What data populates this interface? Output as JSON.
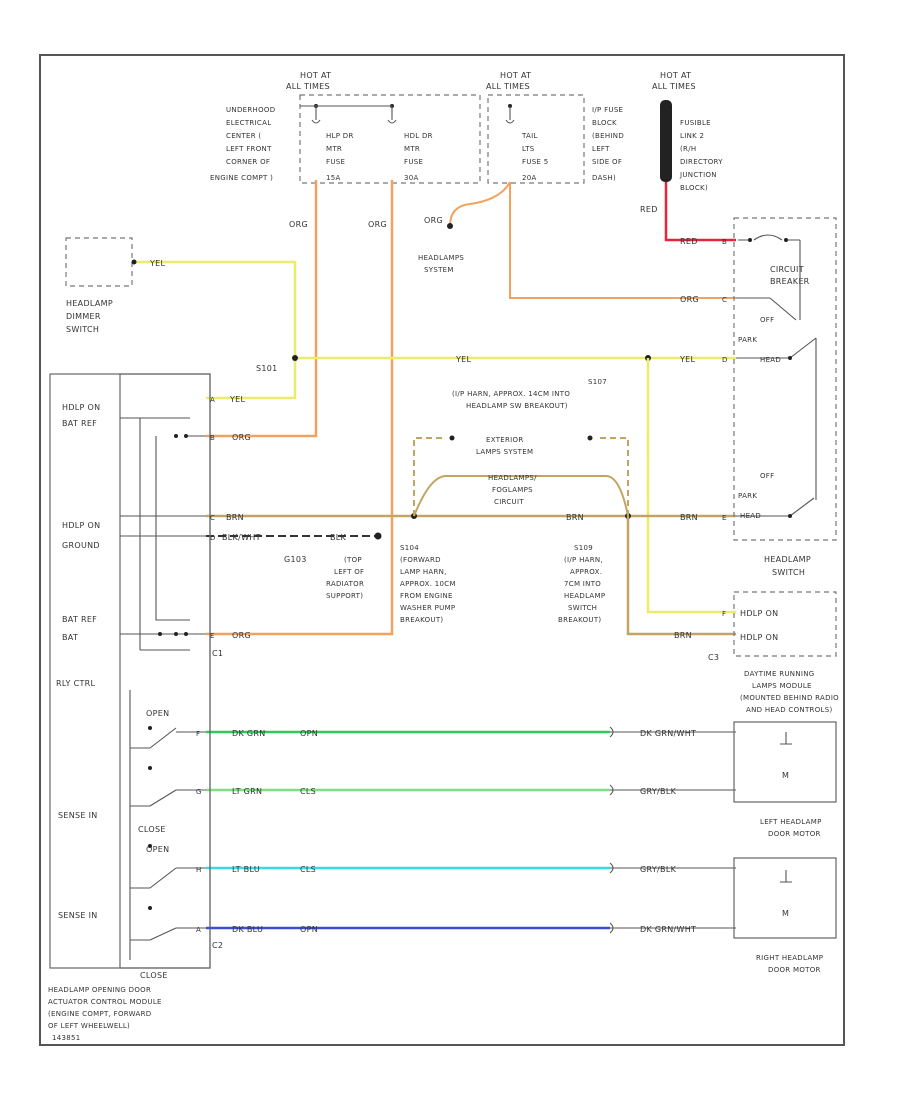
{
  "colors": {
    "yel": "#ecec6a",
    "org": "#f2a25e",
    "brn": "#c2a463",
    "blk": "#333333",
    "red": "#e8233a",
    "dk_grn": "#2ecc56",
    "lt_grn": "#7fe07f",
    "lt_blu": "#38dce8",
    "dk_blu": "#3a4fd6"
  },
  "hot": {
    "dimmer": [
      "HOT AT",
      "ALL TIMES"
    ],
    "tail": [
      "HOT AT",
      "ALL TIMES"
    ],
    "fusible": [
      "HOT AT",
      "ALL TIMES"
    ]
  },
  "underhood_box": [
    "UNDERHOOD",
    "ELECTRICAL",
    "CENTER (",
    "LEFT FRONT",
    "CORNER OF",
    "ENGINE COMPT )"
  ],
  "fuse_hlp_dr": [
    "HLP DR",
    "MTR",
    "FUSE",
    "15A"
  ],
  "fuse_hdl_dr": [
    "HDL DR",
    "MTR",
    "FUSE",
    "30A"
  ],
  "fuse_tail": [
    "TAIL",
    "LTS",
    "FUSE 5",
    "20A"
  ],
  "ip_fuse_block": [
    "I/P FUSE",
    "BLOCK",
    "(BEHIND",
    "LEFT",
    "SIDE OF",
    "DASH)"
  ],
  "fusible_link": [
    "FUSIBLE",
    "LINK 2",
    "(R/H",
    "DIRECTORY",
    "JUNCTION",
    "BLOCK)"
  ],
  "wire_labels": {
    "org1": "ORG",
    "org2": "ORG",
    "org3": "ORG",
    "red": "RED",
    "red2": "RED",
    "yel_top": "YEL",
    "yel_mid": "YEL",
    "yel_right": "YEL",
    "yel_hlp": "YEL",
    "org_cb": "ORG",
    "org_bat": "ORG",
    "org_tan": "ORG",
    "brn1": "BRN",
    "brn2": "BRN",
    "brn_right": "BRN",
    "brn_hlp": "BRN",
    "blk_wht": "BLK/WHT",
    "blk": "BLK",
    "dk_grn": "DK GRN",
    "lt_grn": "LT GRN",
    "lt_blu": "LT BLU",
    "dk_blu": "DK BLU",
    "opn": "OPN",
    "cls": "CLS",
    "cls2": "CLS",
    "opn2": "OPN",
    "dk_grn_wht": "DK GRN/WHT",
    "gry_blk": "GRY/BLK",
    "gry_blk2": "GRY/BLK",
    "dk_grn_wht2": "DK GRN/WHT"
  },
  "headlamps_system": [
    "HEADLAMPS",
    "SYSTEM"
  ],
  "headlamp_dimmer": [
    "HEADLAMP",
    "DIMMER",
    "SWITCH"
  ],
  "circuit_breaker": [
    "CIRCUIT",
    "BREAKER"
  ],
  "splice_s101": "S101",
  "splice_s107": [
    "S107",
    "(I/P HARN, APPROX. 14CM INTO",
    "HEADLAMP SW BREAKOUT)"
  ],
  "exterior_lamps": [
    "EXTERIOR",
    "LAMPS SYSTEM"
  ],
  "hl_fog_group": [
    "HEADLAMPS/",
    "FOGLAMPS",
    "CIRCUIT"
  ],
  "module": {
    "hlp_on": "HDLP ON",
    "bat_ref": "BAT REF",
    "hlp_on2": "HDLP ON",
    "ground": "GROUND",
    "bat_ref2": "BAT REF",
    "bat": "BAT",
    "rly_ctrl": "RLY CTRL",
    "sense_1": "SENSE IN",
    "sense_2": "SENSE IN",
    "open1": "OPEN",
    "close1": "CLOSE",
    "open2": "OPEN",
    "close2": "CLOSE",
    "c1": "C1",
    "c2": "C2",
    "title": [
      "HEADLAMP OPENING DOOR",
      "ACTUATOR CONTROL MODULE",
      "(ENGINE COMPT, FORWARD",
      "OF LEFT WHEELWELL)"
    ]
  },
  "g103": [
    "G103",
    "(TOP",
    "LEFT OF",
    "RADIATOR",
    "SUPPORT)"
  ],
  "s104": [
    "S104",
    "(FORWARD",
    "LAMP HARN,",
    "APPROX. 10CM",
    "FROM ENGINE",
    "WASHER PUMP",
    "BREAKOUT)"
  ],
  "s109": [
    "S109",
    "(I/P HARN,",
    "APPROX.",
    "7CM INTO",
    "HEADLAMP",
    "SWITCH",
    "BREAKOUT)"
  ],
  "headlamp_switch": [
    "HEADLAMP",
    "SWITCH"
  ],
  "switch_labels": {
    "off1": "OFF",
    "park1": "PARK",
    "head1": "HEAD",
    "off2": "OFF",
    "park2": "PARK",
    "head2": "HEAD"
  },
  "drl_module": {
    "hlp_on": "HDLP ON",
    "hlp_on2": "HDLP ON",
    "c3": "C3",
    "title": [
      "DAYTIME RUNNING",
      "LAMPS MODULE",
      "(MOUNTED BEHIND RADIO",
      "AND HEAD CONTROLS)"
    ]
  },
  "motor": "M",
  "left_motor": [
    "LEFT HEADLAMP",
    "DOOR MOTOR"
  ],
  "right_motor": [
    "RIGHT HEADLAMP",
    "DOOR MOTOR"
  ],
  "pins": {
    "a": "A",
    "b": "B",
    "c": "C",
    "d": "D",
    "e": "E",
    "f": "F",
    "g": "G",
    "h": "H",
    "a1": "A",
    "b1": "B",
    "c1": "C",
    "d1": "D",
    "e1": "E",
    "f1": "F"
  },
  "footer_num": "143851"
}
